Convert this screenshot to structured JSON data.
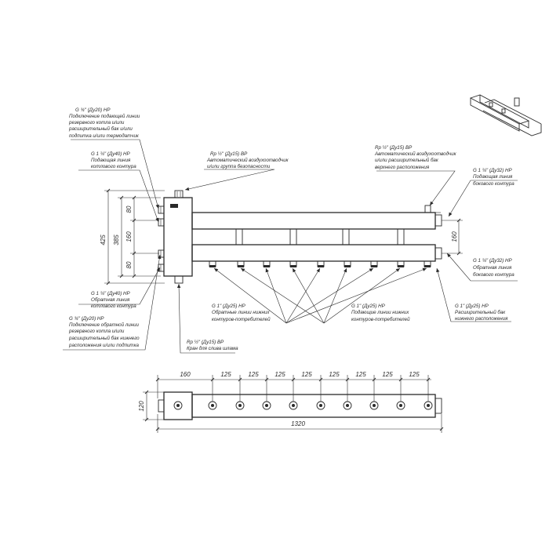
{
  "annotations": {
    "supply_reserve": [
      "G ¾\" (Ду20) НР",
      "Подключение подающей линии",
      "резервного котла и/или",
      "расширительный бак и/или",
      "подпитка и/или термодатчик"
    ],
    "supply_boiler": [
      "G 1 ¼\" (Ду40) НР",
      "Подающая линия",
      "котлового контура"
    ],
    "air_vent_left": [
      "Rp ½\" (Ду15) ВР",
      "Автоматический воздухоотводчик",
      "и/или группа безопасности"
    ],
    "air_vent_right": [
      "Rp ½\" (Ду15) ВР",
      "Автоматический воздухоотводчик",
      "и/или расширительный бак",
      "верхнего расположения"
    ],
    "supply_side": [
      "G 1 ¼\" (Ду32) НР",
      "Подающая линия",
      "бокового контура"
    ],
    "return_side": [
      "G 1 ¼\" (Ду32) НР",
      "Обратная линия",
      "бокового контура"
    ],
    "return_boiler": [
      "G 1 ¼\" (Ду40) НР",
      "Обратная линия",
      "котлового контура"
    ],
    "return_reserve": [
      "G ¾\" (Ду20) НР",
      "Подключение обратной линии",
      "резервного котла и/или",
      "расширительный бак нижнего",
      "расположения и/или подпитка"
    ],
    "drain_valve": [
      "Rp ½\" (Ду15) ВР",
      "Кран для слива шлама"
    ],
    "return_consumers": [
      "G 1\" (Ду25) НР",
      "Обратные линии нижних",
      "контуров-потребителей"
    ],
    "supply_consumers": [
      "G 1\" (Ду25) НР",
      "Подающие линии нижних",
      "контуров-потребителей"
    ],
    "expansion_bottom": [
      "G 1\" (Ду25) НР",
      "Расширительный бак",
      "нижнего расположения"
    ]
  },
  "dimensions": {
    "overall_height": "425",
    "inner_height": "385",
    "upper_offset": "80",
    "pipe_spacing": "160",
    "lower_offset": "80",
    "right_pipe_spacing": "160",
    "depth": "120",
    "first_pitch": "160",
    "pitches": [
      "125",
      "125",
      "125",
      "125",
      "125",
      "125",
      "125",
      "125"
    ],
    "overall_length": "1320"
  }
}
